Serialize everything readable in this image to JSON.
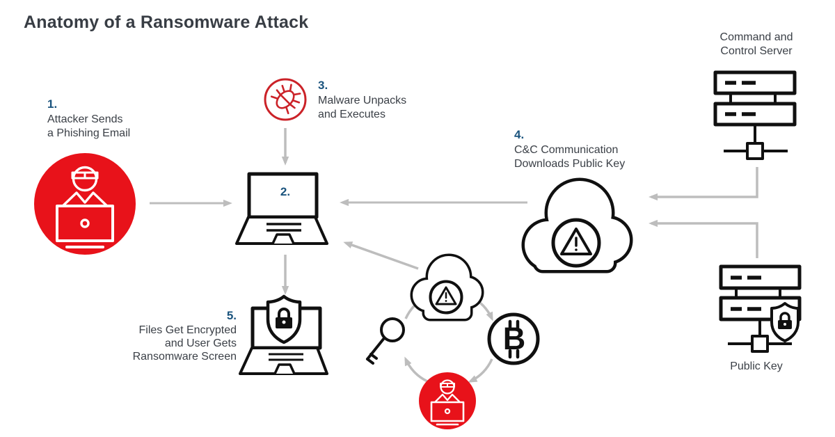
{
  "title": "Anatomy of a Ransomware Attack",
  "steps": {
    "s1": {
      "num": "1.",
      "lines": [
        "Attacker Sends",
        "a Phishing Email"
      ]
    },
    "s2": {
      "num": "2."
    },
    "s3": {
      "num": "3.",
      "lines": [
        "Malware Unpacks",
        "and Executes"
      ]
    },
    "s4": {
      "num": "4.",
      "lines": [
        "C&C Communication",
        "Downloads Public Key"
      ]
    },
    "s5": {
      "num": "5.",
      "lines": [
        "Files Get Encrypted",
        "and User Gets",
        "Ransomware Screen"
      ]
    }
  },
  "labels": {
    "command_control_server": [
      "Command and",
      "Control Server"
    ],
    "public_key": "Public Key"
  },
  "icons": {
    "bitcoin_glyph": "B",
    "names": [
      "hacker-laptop-icon",
      "bug-icon",
      "laptop-icon",
      "cloud-warning-icon",
      "bitcoin-icon",
      "key-icon",
      "ransom-laptop-shield-icon",
      "server-icon",
      "shield-lock-icon",
      "warning-triangle-icon"
    ]
  },
  "colors": {
    "accent_red": "#E8121A",
    "bug_red": "#CB2228",
    "step_blue": "#1A537D",
    "text_dark": "#3A3F46",
    "arrow_gray": "#BDBDBD",
    "icon_black": "#101010"
  }
}
